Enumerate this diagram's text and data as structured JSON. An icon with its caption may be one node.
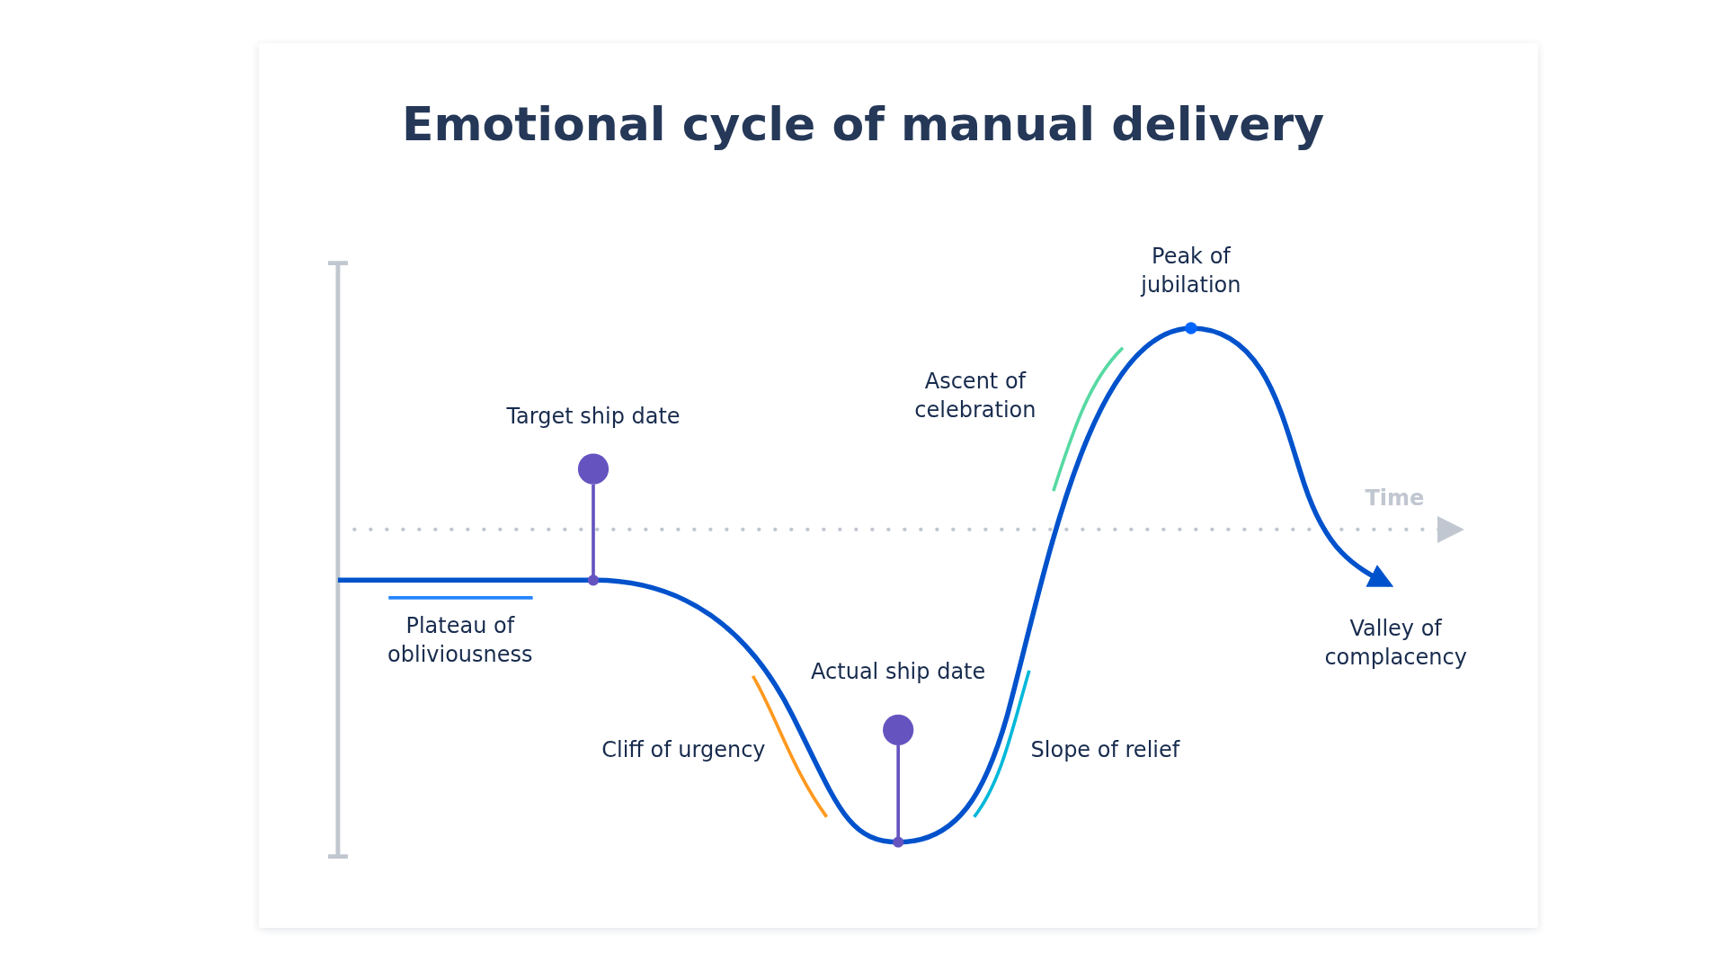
{
  "diagram": {
    "title": "Emotional cycle of manual delivery",
    "labels": [
      "Peak of jubilation",
      "Ascent of celebration",
      "Target ship date",
      "Time",
      "Plateau of obliviousness",
      "Valley of complacency",
      "Actual ship date",
      "Cliff of urgency",
      "Slope of relief"
    ]
  }
}
